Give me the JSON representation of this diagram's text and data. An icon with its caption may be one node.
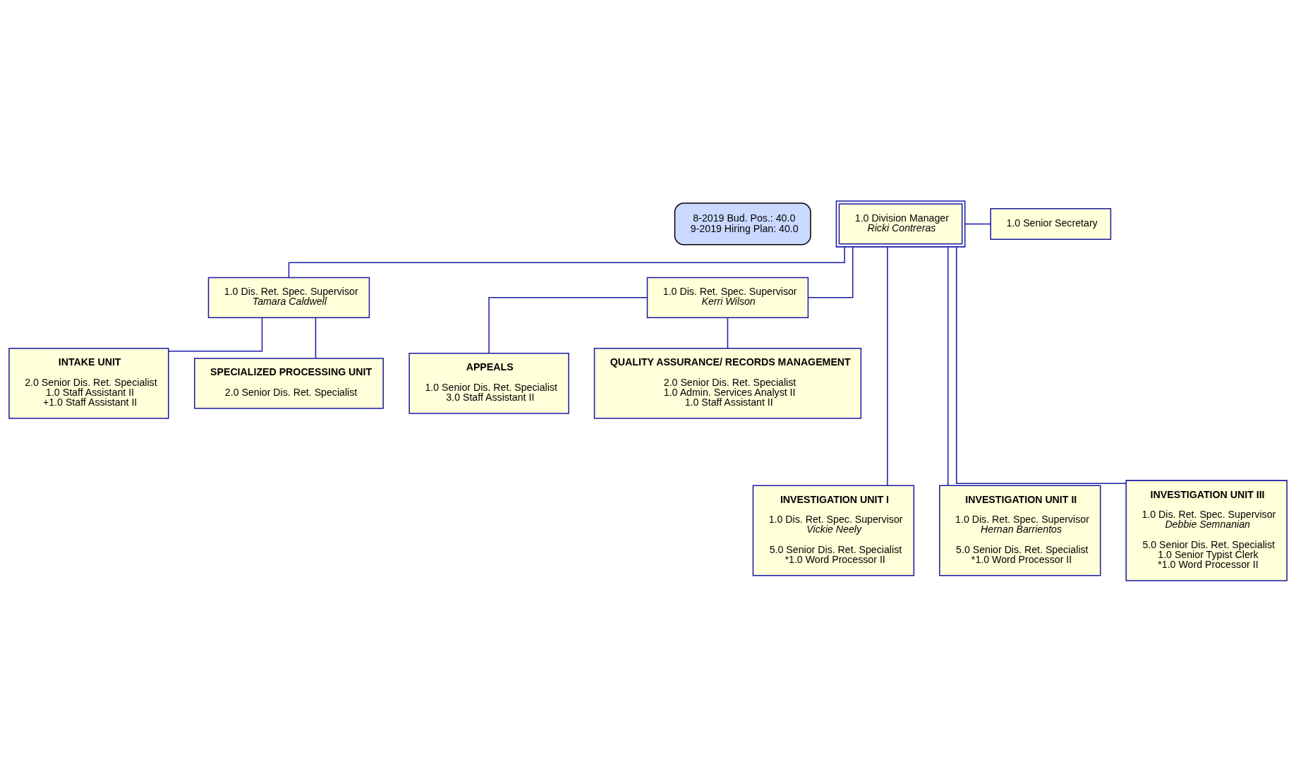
{
  "diagram": {
    "nodes": [
      {
        "text": [
          "8-2019 Bud. Pos.: 40.0",
          "9-2019 Hiring Plan: 40.0"
        ]
      },
      {
        "text": [
          "1.0 Division Manager",
          "Ricki Contreras"
        ]
      },
      {
        "text": [
          "1.0 Senior Secretary"
        ]
      },
      {
        "text": [
          "1.0 Dis. Ret. Spec. Supervisor",
          "Tamara Caldwell"
        ]
      },
      {
        "text": [
          "1.0 Dis. Ret. Spec. Supervisor",
          "Kerri Wilson"
        ]
      },
      {
        "text": [
          "INTAKE UNIT",
          "2.0 Senior Dis. Ret. Specialist",
          "1.0 Staff Assistant II",
          "+1.0 Staff Assistant II"
        ]
      },
      {
        "text": [
          "SPECIALIZED PROCESSING UNIT",
          "2.0 Senior Dis. Ret. Specialist"
        ]
      },
      {
        "text": [
          "APPEALS",
          "1.0 Senior Dis. Ret. Specialist",
          "3.0 Staff Assistant II"
        ]
      },
      {
        "text": [
          "QUALITY ASSURANCE/ RECORDS MANAGEMENT",
          "2.0 Senior Dis. Ret. Specialist",
          "1.0 Admin. Services Analyst II",
          "1.0 Staff Assistant II"
        ]
      },
      {
        "text": [
          "INVESTIGATION UNIT I",
          "1.0 Dis. Ret. Spec. Supervisor",
          "Vickie Neely",
          "5.0 Senior Dis. Ret. Specialist",
          "*1.0 Word Processor II"
        ]
      },
      {
        "text": [
          "INVESTIGATION UNIT II",
          "1.0 Dis. Ret. Spec. Supervisor",
          "Hernan Barrientos",
          "5.0 Senior Dis. Ret. Specialist",
          "*1.0 Word Processor II"
        ]
      },
      {
        "text": [
          "INVESTIGATION UNIT III",
          "1.0 Dis. Ret. Spec. Supervisor",
          "Debbie Semnanian",
          "5.0 Senior Dis. Ret. Specialist",
          "1.0 Senior Typist Clerk",
          "*1.0 Word Processor II"
        ]
      }
    ],
    "edges": [
      {
        "from": 1,
        "to": 2,
        "arrow": "none"
      },
      {
        "from": 1,
        "to": 3,
        "arrow": "none"
      },
      {
        "from": 1,
        "to": 4,
        "arrow": "none"
      },
      {
        "from": 3,
        "to": 5,
        "arrow": "none"
      },
      {
        "from": 3,
        "to": 6,
        "arrow": "none"
      },
      {
        "from": 4,
        "to": 7,
        "arrow": "none"
      },
      {
        "from": 4,
        "to": 8,
        "arrow": "none"
      },
      {
        "from": 1,
        "to": 9,
        "arrow": "none"
      },
      {
        "from": 1,
        "to": 10,
        "arrow": "none"
      },
      {
        "from": 1,
        "to": 11,
        "arrow": "none"
      }
    ]
  }
}
